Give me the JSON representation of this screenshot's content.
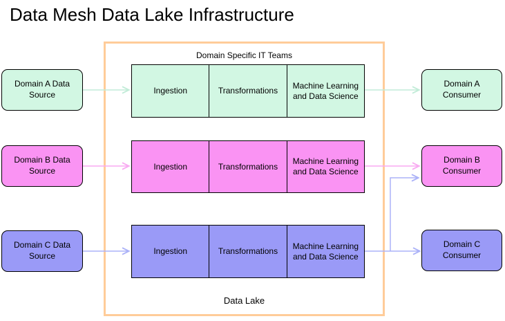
{
  "title": "Data Mesh Data Lake Infrastructure",
  "container": {
    "top_label": "Domain Specific IT Teams",
    "bottom_label": "Data Lake"
  },
  "stages": [
    "Ingestion",
    "Transformations",
    "Machine Learning and Data Science"
  ],
  "domains": [
    {
      "id": "A",
      "source": "Domain A Data Source",
      "consumer": "Domain A Consumer",
      "fill": "#d2f7e3",
      "arrow": "#c2ecd8"
    },
    {
      "id": "B",
      "source": "Domain B Data Source",
      "consumer": "Domain B Consumer",
      "fill": "#fa93f3",
      "arrow": "#f9aaf2"
    },
    {
      "id": "C",
      "source": "Domain C Data Source",
      "consumer": "Domain C Consumer",
      "fill": "#9a9af7",
      "arrow": "#abb2f8"
    }
  ],
  "colors": {
    "container_border": "#ffcc99",
    "node_border": "#000000",
    "text": "#000000",
    "background": "#ffffff"
  },
  "connections": [
    {
      "from": "domain-a-source",
      "to": "domain-a-pipeline"
    },
    {
      "from": "domain-a-pipeline",
      "to": "domain-a-consumer"
    },
    {
      "from": "domain-b-source",
      "to": "domain-b-pipeline"
    },
    {
      "from": "domain-b-pipeline",
      "to": "domain-b-consumer"
    },
    {
      "from": "domain-c-source",
      "to": "domain-c-pipeline"
    },
    {
      "from": "domain-c-pipeline",
      "to": "domain-c-consumer"
    },
    {
      "from": "domain-c-pipeline",
      "to": "domain-b-consumer"
    }
  ]
}
